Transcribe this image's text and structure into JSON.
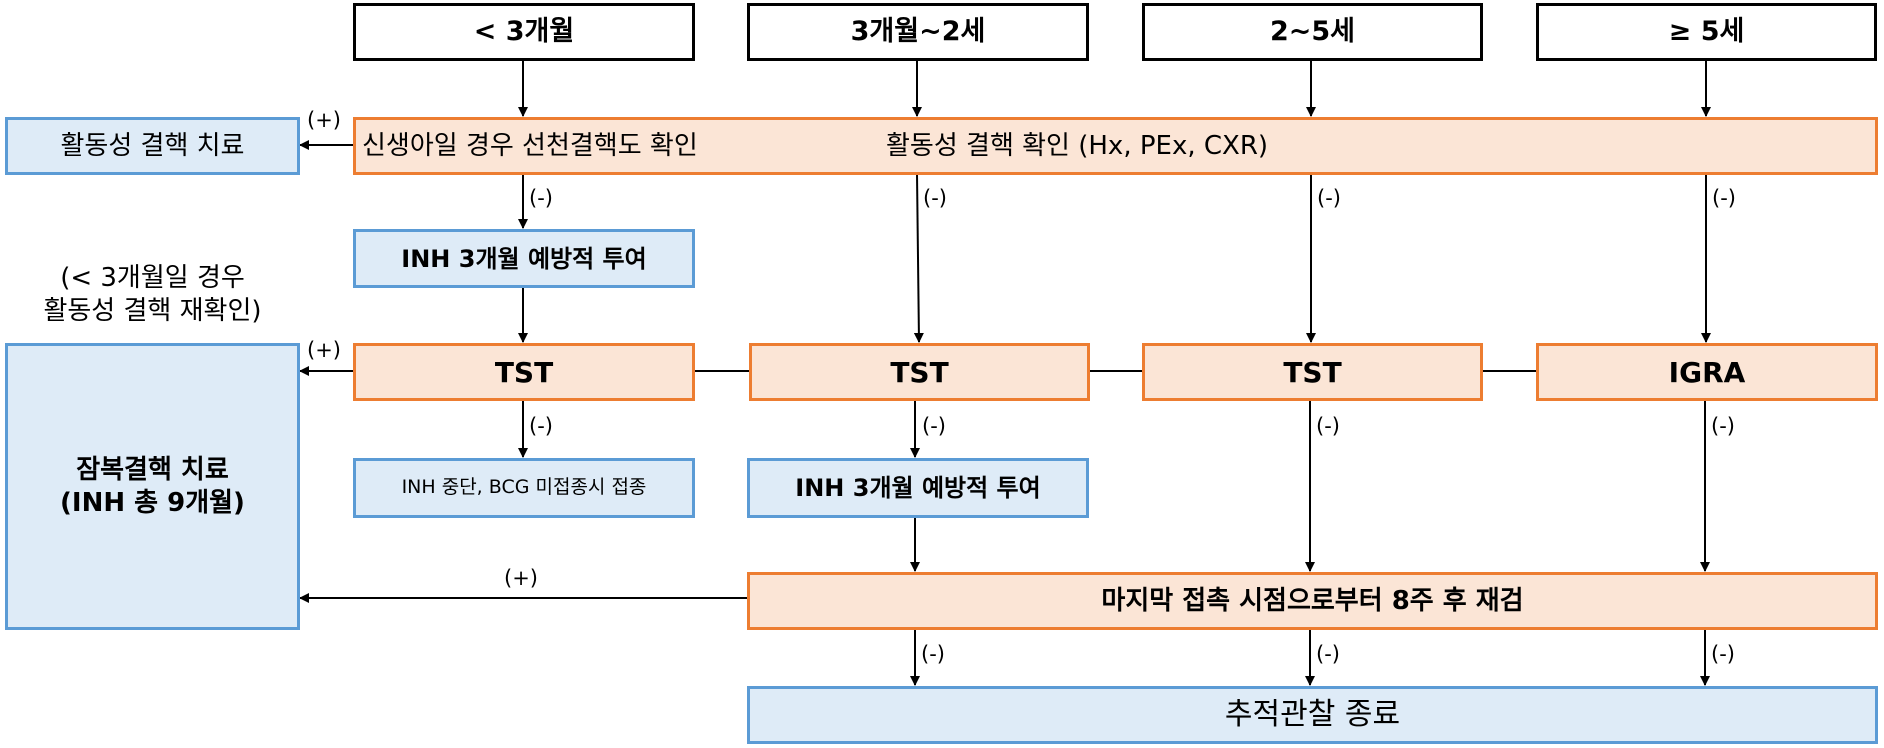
{
  "age_groups": [
    {
      "label": "< 3개월"
    },
    {
      "label": "3개월~2세"
    },
    {
      "label": "2~5세"
    },
    {
      "label": "≥ 5세"
    }
  ],
  "active_tb_check": {
    "newborn_note": "신생아일 경우 선천결핵도 확인",
    "label": "활동성 결핵 확인 (Hx, PEx, CXR)"
  },
  "active_tb_treatment": {
    "label": "활동성 결핵 치료"
  },
  "inh_prophylaxis_under3m": {
    "label": "INH 3개월 예방적 투여"
  },
  "recheck_note": {
    "line1": "(< 3개월일 경우",
    "line2": "활동성 결핵 재확인)"
  },
  "tests": [
    {
      "label": "TST"
    },
    {
      "label": "TST"
    },
    {
      "label": "TST"
    },
    {
      "label": "IGRA"
    }
  ],
  "ltbi_treatment": {
    "line1": "잠복결핵 치료",
    "line2": "(INH 총 9개월)"
  },
  "inh_stop": {
    "label": "INH 중단, BCG 미접종시 접종"
  },
  "inh_prophylaxis_3m_2y": {
    "label": "INH 3개월 예방적 투여"
  },
  "retest_8wk": {
    "label": "마지막 접촉 시점으로부터 8주 후 재검"
  },
  "end_followup": {
    "label": "추적관찰 종료"
  },
  "edge_labels": {
    "positive": "(+)",
    "negative": "(-)"
  },
  "colors": {
    "process_border": "#ed7d31",
    "process_fill": "#fbe5d6",
    "outcome_border": "#5b9bd5",
    "outcome_fill": "#deebf7",
    "header_border": "#000000"
  }
}
